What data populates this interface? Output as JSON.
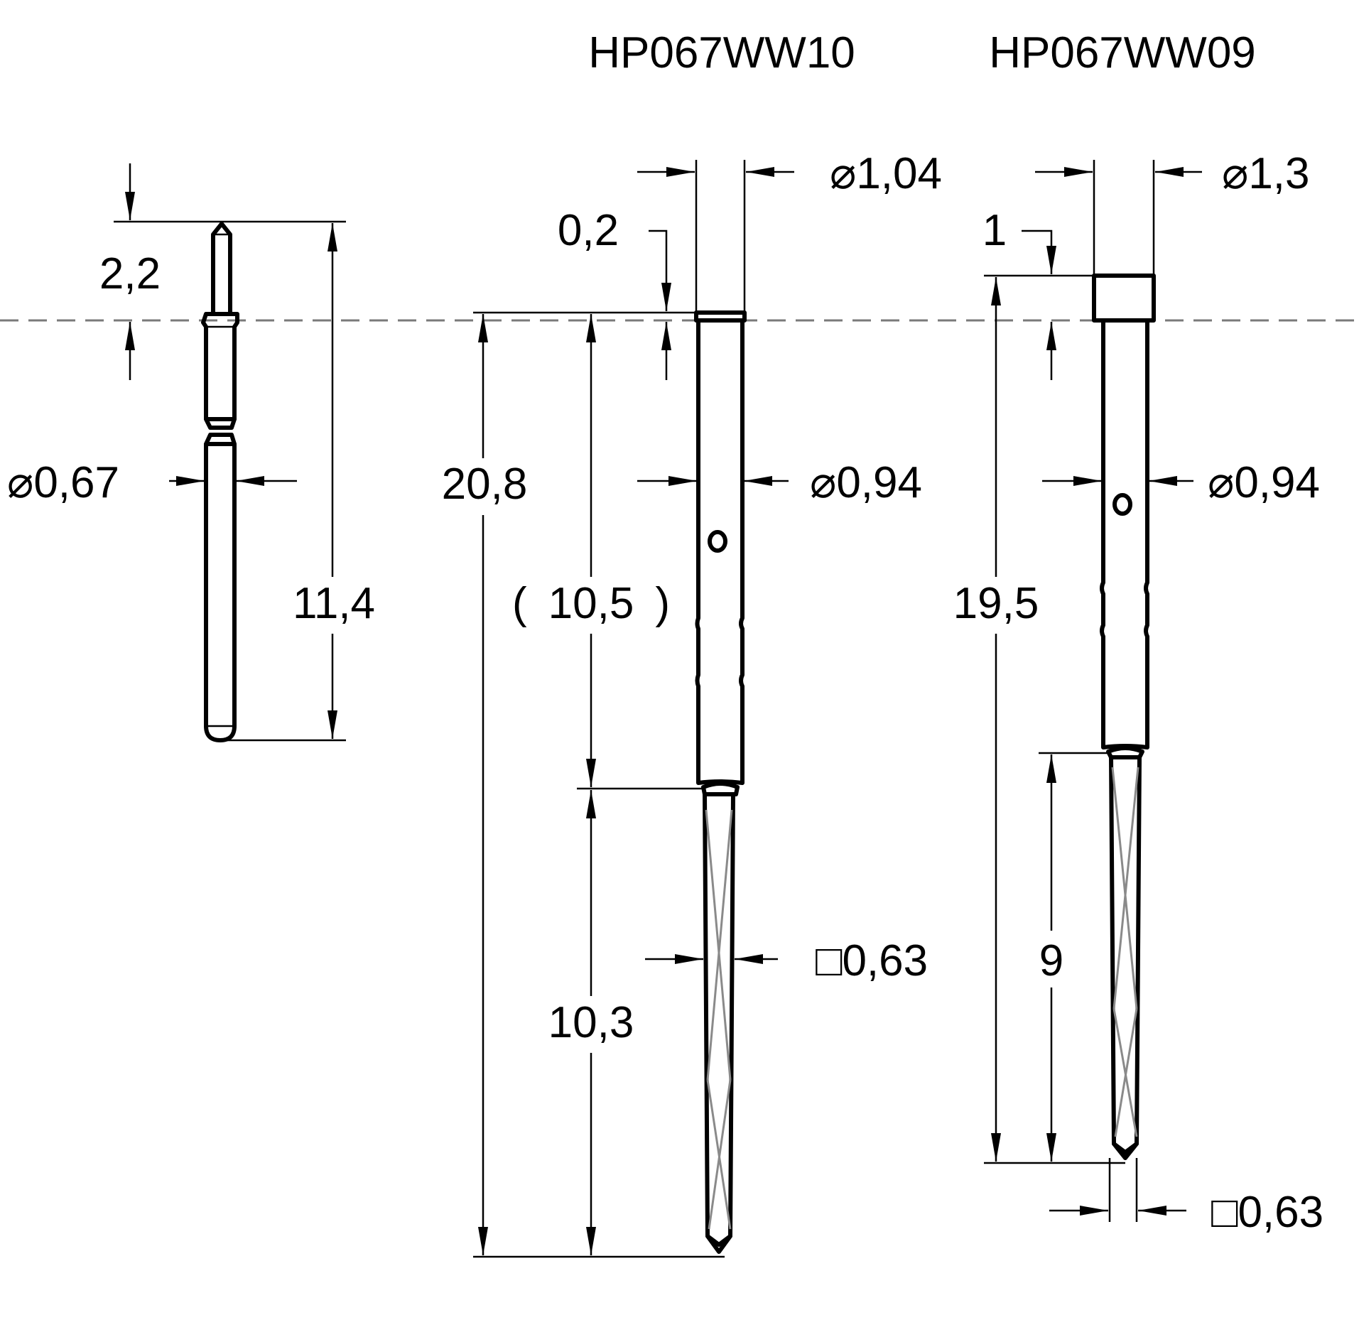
{
  "titles": {
    "probe_a": "HP067WW10",
    "probe_b": "HP067WW09"
  },
  "left_part": {
    "tip_length": "2,2",
    "diameter": "0,67",
    "length": "11,4"
  },
  "probe_a": {
    "head_diameter": "1,04",
    "head_height": "0,2",
    "total_length": "20,8",
    "barrel_length": "10,5",
    "barrel_diameter": "0,94",
    "plunger_length": "10,3",
    "plunger_square": "0,63"
  },
  "probe_b": {
    "head_diameter": "1,3",
    "head_height": "1",
    "total_length": "19,5",
    "barrel_diameter": "0,94",
    "plunger_length": "9",
    "plunger_square": "0,63"
  },
  "symbols": {
    "diameter": "⌀",
    "square": "□",
    "paren_open": "(",
    "paren_close": ")"
  }
}
